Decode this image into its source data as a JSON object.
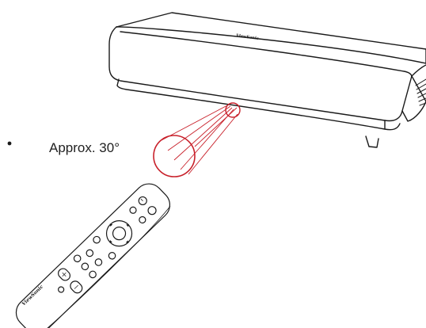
{
  "diagram": {
    "angle_label": "Approx. 30°",
    "projector_brand": "ViewSonic",
    "remote_brand": "ViewSonic"
  },
  "colors": {
    "line": "#1a1a1a",
    "accent_red": "#c8202a"
  },
  "icons": {
    "bullet": "dot",
    "remote_buttons": [
      "power",
      "input",
      "menu",
      "home",
      "back",
      "ok",
      "volume",
      "mute",
      "up",
      "down",
      "left",
      "right"
    ]
  }
}
